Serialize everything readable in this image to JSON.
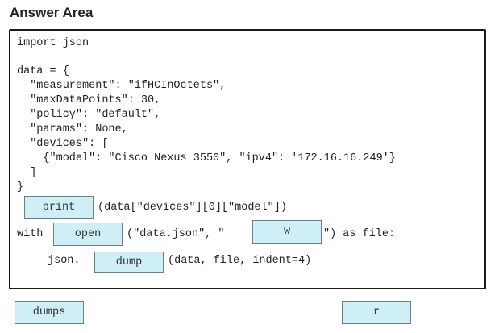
{
  "header": {
    "title": "Answer Area"
  },
  "code": {
    "line_import": "import json",
    "line_data_open": "data = {",
    "line_measurement": "  \"measurement\": \"ifHCInOctets\",",
    "line_maxdatapoints": "  \"maxDataPoints\": 30,",
    "line_policy": "  \"policy\": \"default\",",
    "line_params": "  \"params\": None,",
    "line_devices": "  \"devices\": [",
    "line_device_entry": "    {\"model\": \"Cisco Nexus 3550\", \"ipv4\": '172.16.16.249'}",
    "line_devices_close": "  ]",
    "line_data_close": "}",
    "line_print_rest": "(data[\"devices\"][0][\"model\"])",
    "line_with": "with",
    "line_open_rest": "(\"data.json\", \"",
    "line_mode_rest": "\") as file:",
    "line_json_prefix": "json.",
    "line_dump_rest": "(data, file, indent=4)"
  },
  "slots": {
    "print": "print",
    "open": "open",
    "mode": "w",
    "dump": "dump"
  },
  "choices": {
    "dumps": "dumps",
    "r": "r"
  }
}
